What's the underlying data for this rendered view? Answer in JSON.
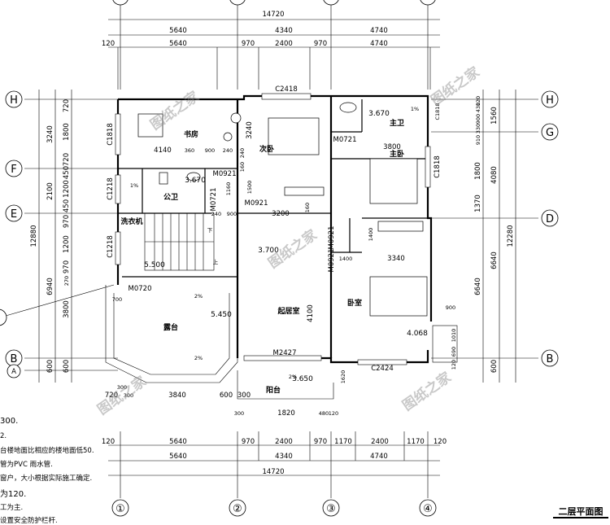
{
  "title": "二层平面图",
  "dims": {
    "overall": "14720",
    "top_row1": [
      "5640",
      "4340",
      "4740"
    ],
    "top_row2": [
      "120",
      "5640",
      "970",
      "2400",
      "970",
      "4740"
    ],
    "bottom_row1": [
      "120",
      "5640",
      "970",
      "2400",
      "970",
      "1170",
      "2400",
      "1170",
      "120"
    ],
    "bottom_row2": [
      "5640",
      "4340",
      "4740"
    ],
    "left_total": "12880",
    "left_mid": [
      "3240",
      "2100",
      "6940",
      "600"
    ],
    "left_inner": [
      "720",
      "1800",
      "720",
      "450",
      "1200",
      "450",
      "970",
      "1200",
      "970",
      "270",
      "3800",
      "600"
    ],
    "right_total": "12280",
    "right_mid": [
      "1560",
      "4080",
      "6640",
      "600"
    ],
    "right_inner": [
      "120",
      "430",
      "900",
      "330",
      "910",
      "1800",
      "1370",
      "6640",
      "1010",
      "690",
      "120"
    ],
    "terrace_bottom": [
      "720",
      "300",
      "3840",
      "600",
      "300",
      "1820",
      "480",
      "120"
    ],
    "terrace_corner": [
      "300",
      "300"
    ],
    "inner": [
      "C2418",
      "C2424",
      "C1818",
      "C1818",
      "C1218",
      "C1218",
      "C1818",
      "M0921",
      "M0721",
      "M0921",
      "M0921",
      "M0921",
      "M0721",
      "M0720",
      "M2427",
      "4140",
      "360",
      "900",
      "240",
      "3200",
      "3800",
      "3340",
      "1400",
      "1400",
      "700",
      "1160",
      "160",
      "240",
      "900",
      "160",
      "240",
      "4100",
      "1620",
      "900",
      "1500",
      "3240",
      "1%",
      "1%",
      "2%",
      "2%",
      "2%"
    ]
  },
  "rooms": {
    "study": "书房",
    "second_bedroom": "次卧",
    "master_bath": "主卫",
    "master_bedroom": "主卧",
    "public_bath": "公卫",
    "laundry": "洗衣机",
    "living": "起居室",
    "bedroom": "卧室",
    "terrace": "露台",
    "balcony": "阳台"
  },
  "elevations": {
    "master_bath": "3.670",
    "public_bath": "3.670",
    "hall": "3.700",
    "stair_landing": "5.500",
    "terrace": "5.450",
    "balcony": "3.650",
    "bedroom_bay": "4.068"
  },
  "axes": {
    "columns": [
      "①",
      "②",
      "③",
      "④"
    ],
    "rows_left": [
      "H",
      "F",
      "E",
      "B",
      "A"
    ],
    "rows_right": [
      "H",
      "G",
      "D",
      "B"
    ],
    "stair_down": "下",
    "stair_up": "上"
  },
  "notes": [
    "300.",
    "2.",
    "台楼地面比相应的楼地面低50.",
    "管为PVC 雨水管.",
    "窗户，大小根据实际施工确定.",
    "为120.",
    "工为主.",
    "设置安全防护栏杆."
  ],
  "watermark": [
    "图纸之家",
    "图纸之家",
    "图纸之家",
    "图纸之家",
    "图纸之家"
  ]
}
